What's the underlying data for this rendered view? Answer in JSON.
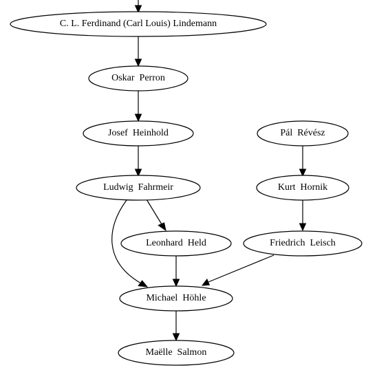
{
  "nodes": {
    "lindemann": "C. L. Ferdinand (Carl Louis) Lindemann",
    "perron": "Oskar  Perron",
    "heinhold": "Josef  Heinhold",
    "revesz": "Pál  Révész",
    "fahrmeir": "Ludwig  Fahrmeir",
    "hornik": "Kurt  Hornik",
    "held": "Leonhard  Held",
    "leisch": "Friedrich  Leisch",
    "hoehle": "Michael  Höhle",
    "salmon": "Maëlle  Salmon"
  },
  "edges": [
    [
      "top",
      "lindemann"
    ],
    [
      "lindemann",
      "perron"
    ],
    [
      "perron",
      "heinhold"
    ],
    [
      "heinhold",
      "fahrmeir"
    ],
    [
      "revesz",
      "hornik"
    ],
    [
      "fahrmeir",
      "held"
    ],
    [
      "fahrmeir",
      "hoehle"
    ],
    [
      "hornik",
      "leisch"
    ],
    [
      "held",
      "hoehle"
    ],
    [
      "leisch",
      "hoehle"
    ],
    [
      "hoehle",
      "salmon"
    ]
  ]
}
